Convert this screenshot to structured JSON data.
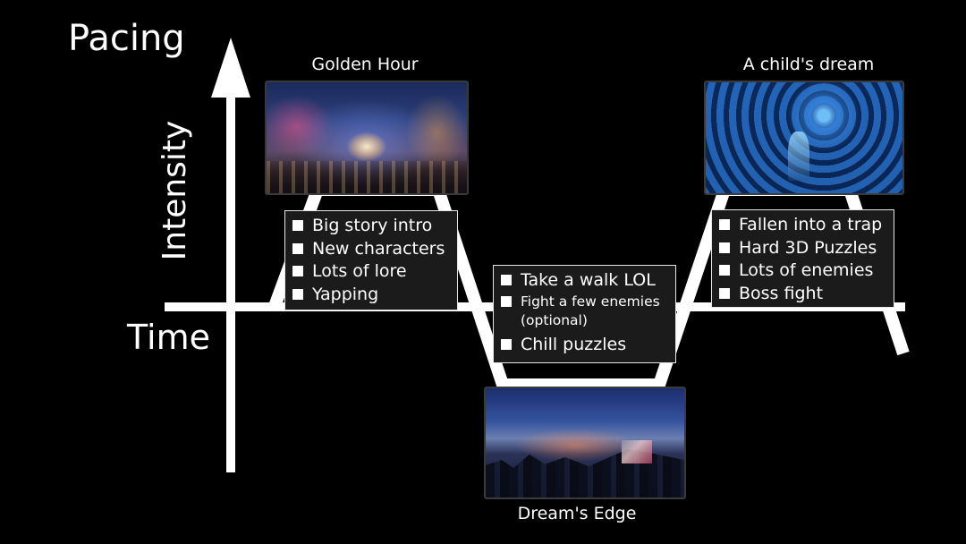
{
  "title": "Pacing",
  "axes": {
    "y_label": "Intensity",
    "x_label": "Time"
  },
  "sections": [
    {
      "label": "Golden Hour",
      "items": [
        "Big story intro",
        "New characters",
        "Lots of lore",
        "Yapping"
      ]
    },
    {
      "label": "Dream's Edge",
      "items": [
        "Take a walk LOL",
        "Fight a few enemies (optional)",
        "Chill puzzles"
      ]
    },
    {
      "label": "A child's dream",
      "items": [
        "Fallen into a trap",
        "Hard 3D Puzzles",
        "Lots of enemies",
        "Boss fight"
      ]
    }
  ],
  "colors": {
    "background": "#000000",
    "foreground": "#ffffff",
    "box_fill": "#1b1b1b"
  }
}
